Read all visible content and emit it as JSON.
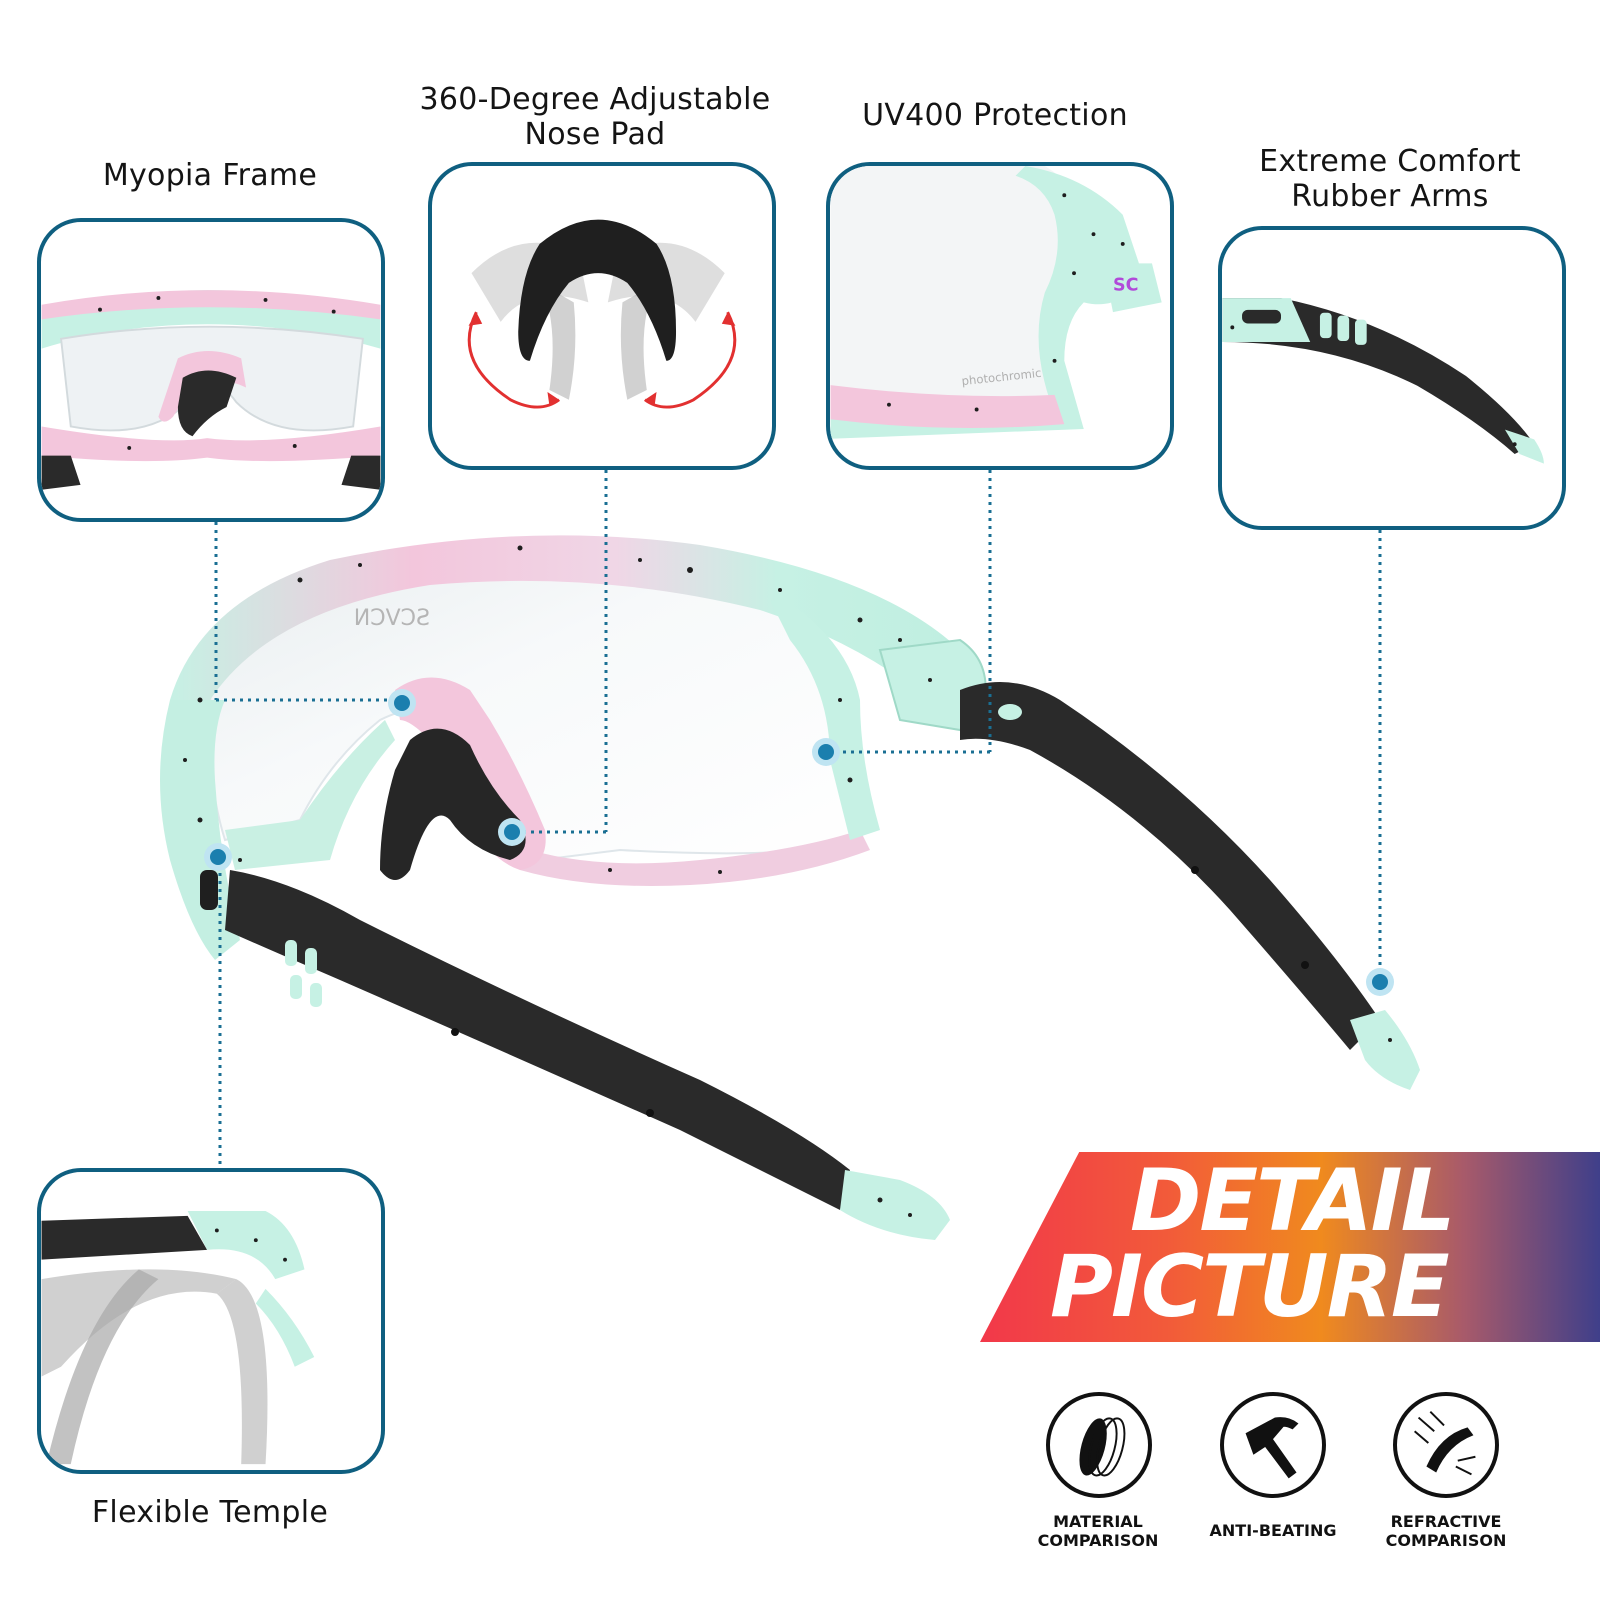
{
  "labels": {
    "myopia_frame": "Myopia Frame",
    "nose_pad_line1": "360-Degree Adjustable",
    "nose_pad_line2": "Nose Pad",
    "uv400": "UV400 Protection",
    "arms_line1": "Extreme Comfort",
    "arms_line2": "Rubber Arms",
    "flexible_temple": "Flexible Temple"
  },
  "banner": {
    "line1": "DETAIL",
    "line2": "PICTURE"
  },
  "features": [
    {
      "icon": "lens-layers-icon",
      "line1": "MATERIAL",
      "line2": "COMPARISON"
    },
    {
      "icon": "hammer-icon",
      "line1": "ANTI-BEATING",
      "line2": ""
    },
    {
      "icon": "refraction-icon",
      "line1": "REFRACTIVE",
      "line2": "COMPARISON"
    }
  ],
  "colors": {
    "frame_mint": "#bfeee0",
    "frame_pink": "#f3c6dc",
    "arm_black": "#2a2a2a",
    "box_border": "#0f5f80",
    "dot_blue": "#1b7fae"
  }
}
